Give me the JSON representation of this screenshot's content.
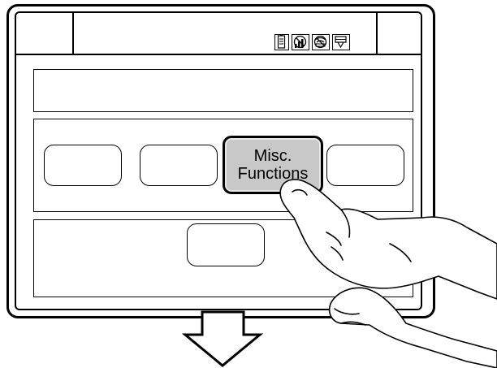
{
  "screen": {
    "status_icons": [
      {
        "name": "battery-icon"
      },
      {
        "name": "signal-off-icon"
      },
      {
        "name": "network-off-icon"
      },
      {
        "name": "pen-icon"
      }
    ],
    "buttons": [
      {
        "id": "soft-button-1",
        "label": ""
      },
      {
        "id": "soft-button-2",
        "label": ""
      },
      {
        "id": "misc-functions-button",
        "label": "Misc.\nFunctions",
        "state": "pressed"
      },
      {
        "id": "soft-button-4",
        "label": ""
      },
      {
        "id": "soft-button-5",
        "label": ""
      }
    ]
  },
  "colors": {
    "pressed_button_fill": "#c8c8c8",
    "outline": "#000000"
  }
}
